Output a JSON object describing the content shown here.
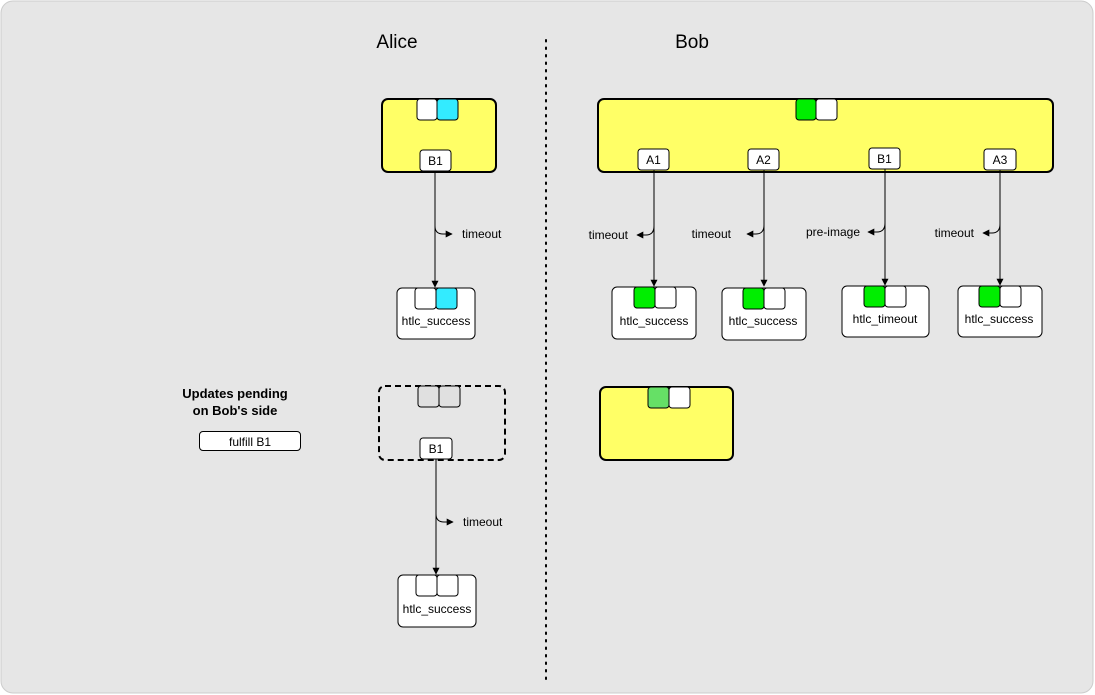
{
  "headers": {
    "alice": "Alice",
    "bob": "Bob"
  },
  "colors": {
    "background": "#e6e6e6",
    "commitment": "#ffff66",
    "cyan": "#33ebff",
    "green": "#00ee00",
    "light_green": "#66e066",
    "grey": "#e0e0e0",
    "white": "#ffffff"
  },
  "pending": {
    "line1": "Updates pending",
    "line2": "on Bob's side",
    "item": "fulfill B1"
  },
  "alice": {
    "commitment": {
      "output": "B1",
      "edge_label": "timeout",
      "tx_label": "htlc_success"
    },
    "pending_commitment": {
      "output": "B1",
      "edge_label": "timeout",
      "tx_label": "htlc_success"
    }
  },
  "bob": {
    "outputs": [
      {
        "output": "A1",
        "edge_label": "timeout",
        "tx_label": "htlc_success"
      },
      {
        "output": "A2",
        "edge_label": "timeout",
        "tx_label": "htlc_success"
      },
      {
        "output": "B1",
        "edge_label": "pre-image",
        "tx_label": "htlc_timeout"
      },
      {
        "output": "A3",
        "edge_label": "timeout",
        "tx_label": "htlc_success"
      }
    ]
  }
}
